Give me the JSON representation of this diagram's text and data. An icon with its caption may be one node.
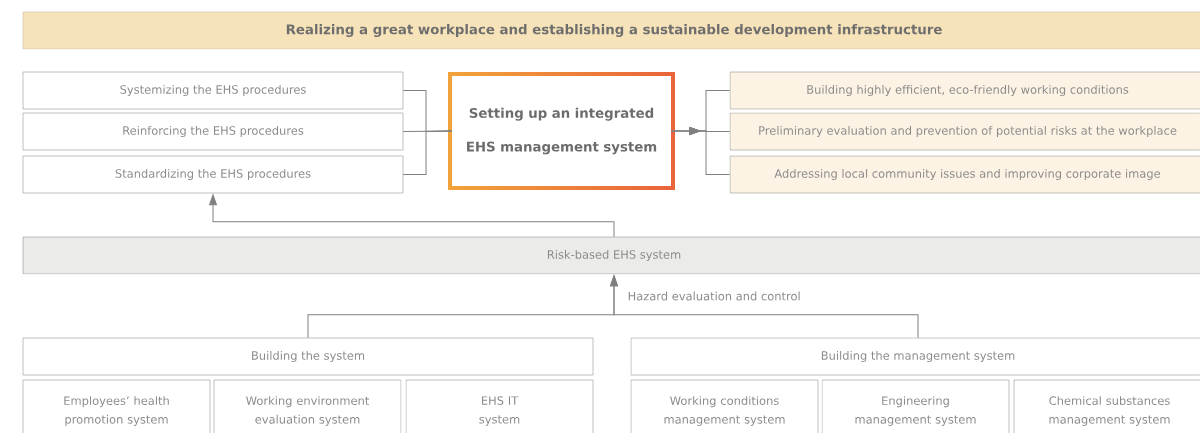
{
  "diagram": {
    "nodes": [
      {
        "text": [
          "Realizing a great workplace and establishing a sustainable development infrastructure"
        ]
      },
      {
        "text": [
          "Systemizing the EHS procedures"
        ]
      },
      {
        "text": [
          "Reinforcing the EHS procedures"
        ]
      },
      {
        "text": [
          "Standardizing the EHS procedures"
        ]
      },
      {
        "text": [
          "Setting up an integrated EHS management system"
        ]
      },
      {
        "text": [
          "Building highly efficient, eco-friendly working conditions"
        ]
      },
      {
        "text": [
          "Preliminary evaluation and prevention of potential risks at the workplace"
        ]
      },
      {
        "text": [
          "Addressing local community issues and improving corporate image"
        ]
      },
      {
        "text": [
          "Risk-based EHS system"
        ]
      },
      {
        "text": [
          "Building the system"
        ]
      },
      {
        "text": [
          "Building the management system"
        ]
      },
      {
        "text": [
          "Employees’ health promotion system"
        ]
      },
      {
        "text": [
          "Working environment evaluation system"
        ]
      },
      {
        "text": [
          "EHS IT system"
        ]
      },
      {
        "text": [
          "Working conditions management system"
        ]
      },
      {
        "text": [
          "Engineering management system"
        ]
      },
      {
        "text": [
          "Chemical substances management system"
        ]
      }
    ],
    "edges": [
      {
        "from": 1,
        "to": 4,
        "arrow": "none"
      },
      {
        "from": 2,
        "to": 4,
        "arrow": "none"
      },
      {
        "from": 3,
        "to": 4,
        "arrow": "none"
      },
      {
        "from": 4,
        "to": 5,
        "arrow": "to"
      },
      {
        "from": 4,
        "to": 6,
        "arrow": "to"
      },
      {
        "from": 4,
        "to": 7,
        "arrow": "to"
      },
      {
        "from": 8,
        "to": 3,
        "arrow": "to"
      },
      {
        "from": 9,
        "to": 8,
        "arrow": "to",
        "label": "Hazard evaluation and control"
      },
      {
        "from": 10,
        "to": 8,
        "arrow": "to"
      }
    ]
  }
}
